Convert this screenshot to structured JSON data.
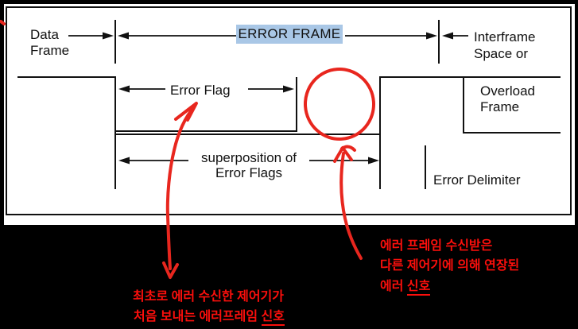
{
  "colors": {
    "background": "#000000",
    "page": "#ffffff",
    "line": "#111111",
    "error_frame_highlight": "#a9c7e6",
    "annotation_red": "#e8261e",
    "note_text_red": "#fb0f0c"
  },
  "diagram": {
    "data_frame": {
      "line1": "Data",
      "line2": "Frame"
    },
    "error_frame_label": "ERROR FRAME",
    "interframe": {
      "line1": "Interframe",
      "line2": "Space or"
    },
    "overload": {
      "line1": "Overload",
      "line2": "Frame"
    },
    "error_flag_label": "Error Flag",
    "superposition": {
      "line1": "superposition of",
      "line2": "Error Flags"
    },
    "error_delimiter_label": "Error Delimiter"
  },
  "annotations": {
    "left_note": {
      "line1": "최초로 에러 수신한 제어기가",
      "line2_prefix": "처음 보내는 에러프레임 ",
      "line2_underlined": "신호"
    },
    "right_note": {
      "line1": "에러 프레임 수신받은",
      "line2": "다른 제어기에 의해 연장된",
      "line3_prefix": "에러 ",
      "line3_underlined": "신호"
    }
  }
}
